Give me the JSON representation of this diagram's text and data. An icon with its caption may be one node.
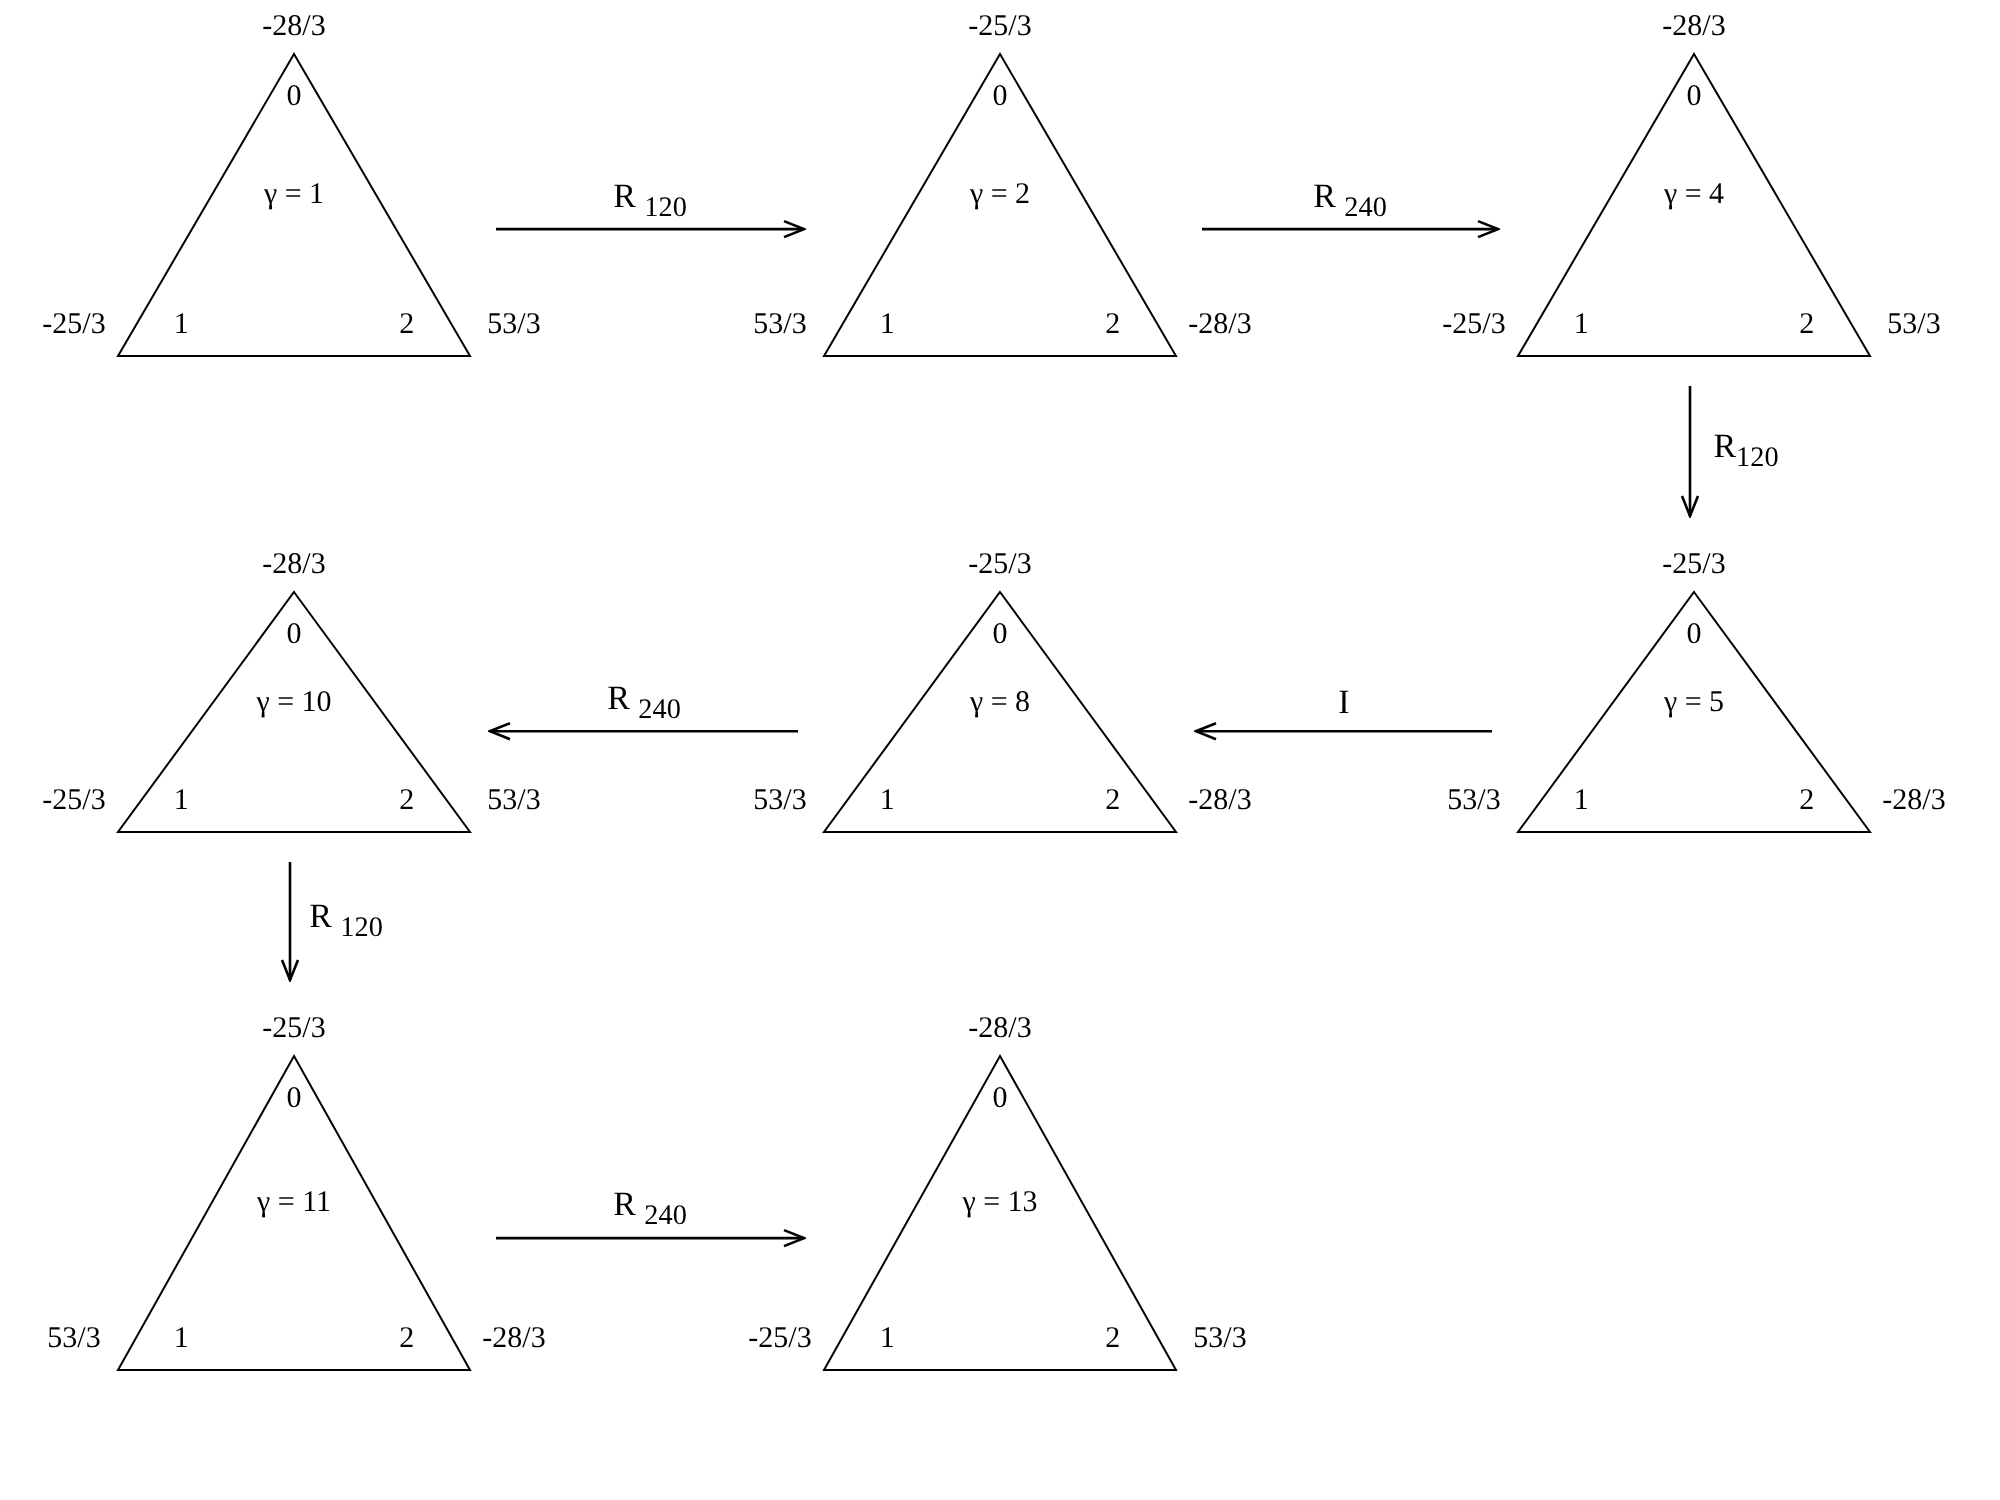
{
  "diagram": {
    "nodes": [
      {
        "text": [
          "0",
          "γ = 1",
          "1",
          "2"
        ],
        "beside": [
          "-28/3",
          "-25/3",
          "53/3"
        ]
      },
      {
        "text": [
          "0",
          "γ = 2",
          "1",
          "2"
        ],
        "beside": [
          "-25/3",
          "53/3",
          "-28/3"
        ]
      },
      {
        "text": [
          "0",
          "γ = 4",
          "1",
          "2"
        ],
        "beside": [
          "-28/3",
          "-25/3",
          "53/3"
        ]
      },
      {
        "text": [
          "0",
          "γ = 10",
          "1",
          "2"
        ],
        "beside": [
          "-28/3",
          "-25/3",
          "53/3"
        ]
      },
      {
        "text": [
          "0",
          "γ = 8",
          "1",
          "2"
        ],
        "beside": [
          "-25/3",
          "53/3",
          "-28/3"
        ]
      },
      {
        "text": [
          "0",
          "γ = 5",
          "1",
          "2"
        ],
        "beside": [
          "-25/3",
          "53/3",
          "-28/3"
        ]
      },
      {
        "text": [
          "0",
          "γ = 11",
          "1",
          "2"
        ],
        "beside": [
          "-25/3",
          "53/3",
          "-28/3"
        ]
      },
      {
        "text": [
          "0",
          "γ = 13",
          "1",
          "2"
        ],
        "beside": [
          "-28/3",
          "-25/3",
          "53/3"
        ]
      }
    ],
    "edges": [
      {
        "from": 0,
        "to": 1,
        "arrow": "to",
        "label": "R $_{120}$"
      },
      {
        "from": 1,
        "to": 2,
        "arrow": "to",
        "label": "R $_{240}$"
      },
      {
        "from": 2,
        "to": 5,
        "arrow": "to",
        "label": "R$_{120}$"
      },
      {
        "from": 5,
        "to": 4,
        "arrow": "to",
        "label": "I"
      },
      {
        "from": 4,
        "to": 3,
        "arrow": "to",
        "label": "R $_{240}$"
      },
      {
        "from": 3,
        "to": 6,
        "arrow": "to",
        "label": "R $_{120}$"
      },
      {
        "from": 6,
        "to": 7,
        "arrow": "to",
        "label": "R $_{240}$"
      }
    ]
  }
}
